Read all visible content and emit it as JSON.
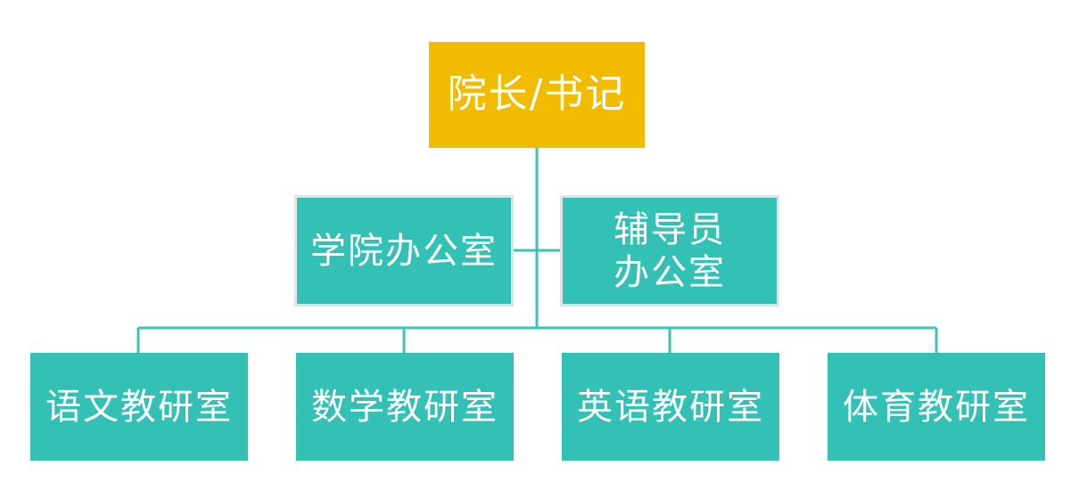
{
  "colors": {
    "top_fill": "#f1bb00",
    "node_fill": "#32c1b4",
    "connector": "#3cc3b6",
    "text": "#ffffff"
  },
  "org": {
    "head": "院长/书记",
    "offices": [
      "学院办公室",
      "辅导员\n办公室"
    ],
    "departments": [
      "语文教研室",
      "数学教研室",
      "英语教研室",
      "体育教研室"
    ]
  }
}
